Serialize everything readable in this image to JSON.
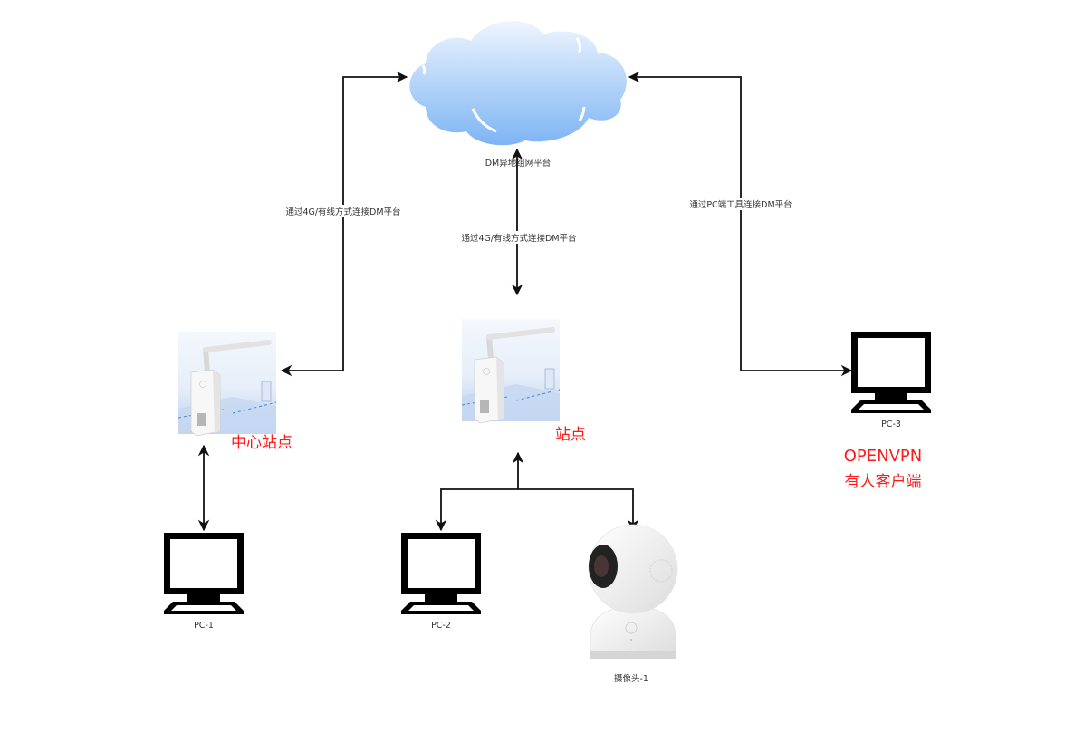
{
  "diagram": {
    "cloud": {
      "label": "DM异地组网平台",
      "color_top": "#eaf3fd",
      "color_bottom": "#7fb6f4"
    },
    "edges": {
      "left_link_label": "通过4G/有线方式连接DM平台",
      "center_link_label": "通过4G/有线方式连接DM平台",
      "right_link_label": "通过PC端工具连接DM平台"
    },
    "devices": {
      "center_station": {
        "label": "中心站点"
      },
      "station": {
        "label": "站点"
      }
    },
    "computers": {
      "pc1": {
        "label": "PC-1"
      },
      "pc2": {
        "label": "PC-2"
      },
      "pc3": {
        "label": "PC-3"
      }
    },
    "camera": {
      "label": "摄像头-1"
    },
    "openvpn_note": {
      "line1": "OPENVPN",
      "line2": "有人客户端"
    },
    "colors": {
      "annotation_red": "#ff1a1a",
      "line": "#111111"
    }
  }
}
